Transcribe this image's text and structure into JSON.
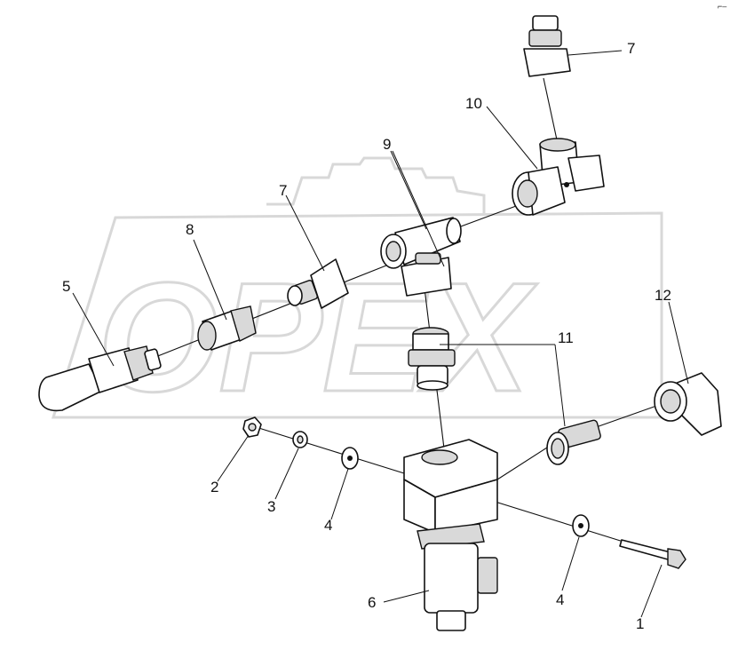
{
  "watermark": {
    "brand_text": "OPEX"
  },
  "corner_mark": "⌐–",
  "callouts": [
    {
      "id": "c1",
      "label": "1"
    },
    {
      "id": "c2",
      "label": "2"
    },
    {
      "id": "c3",
      "label": "3"
    },
    {
      "id": "c4a",
      "label": "4"
    },
    {
      "id": "c4b",
      "label": "4"
    },
    {
      "id": "c5",
      "label": "5"
    },
    {
      "id": "c6",
      "label": "6"
    },
    {
      "id": "c7a",
      "label": "7"
    },
    {
      "id": "c7b",
      "label": "7"
    },
    {
      "id": "c8",
      "label": "8"
    },
    {
      "id": "c9",
      "label": "9"
    },
    {
      "id": "c10",
      "label": "10"
    },
    {
      "id": "c11",
      "label": "11"
    },
    {
      "id": "c12",
      "label": "12"
    }
  ]
}
